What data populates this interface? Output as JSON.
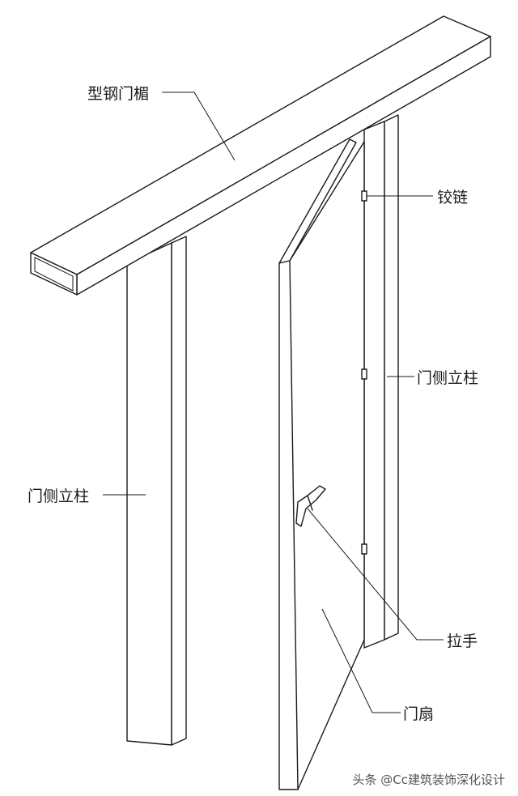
{
  "labels": {
    "beam": "型钢门楣",
    "hinge": "铰链",
    "right_post": "门侧立柱",
    "left_post": "门侧立柱",
    "handle": "拉手",
    "door_leaf": "门扇"
  },
  "watermark": "头条 @Cc建筑装饰深化设计"
}
